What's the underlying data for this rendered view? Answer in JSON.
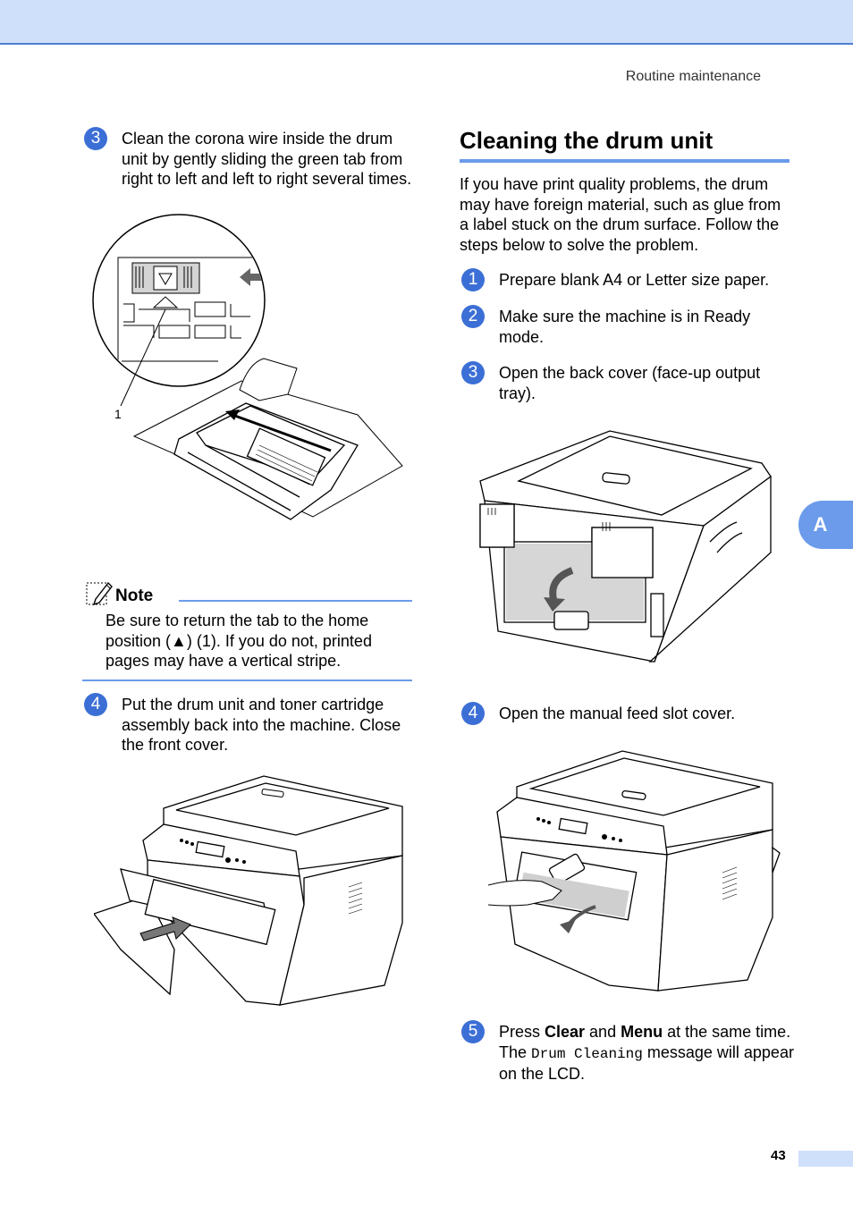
{
  "header": {
    "running_head": "Routine maintenance"
  },
  "side_tab": {
    "label": "A"
  },
  "footer": {
    "page_number": "43"
  },
  "left": {
    "step3": {
      "number": "3",
      "text": "Clean the corona wire inside the drum unit by gently sliding the green tab from right to left and left to right several times."
    },
    "callout_label": "1",
    "note": {
      "title": "Note",
      "body": "Be sure to return the tab to the home position (▲) (1). If you do not, printed pages may have a vertical stripe."
    },
    "step4": {
      "number": "4",
      "text": "Put the drum unit and toner cartridge assembly back into the machine. Close the front cover."
    }
  },
  "right": {
    "heading": "Cleaning the drum unit",
    "intro": "If you have print quality problems, the drum may have foreign material, such as glue from a label stuck on the drum surface. Follow the steps below to solve the problem.",
    "steps": [
      {
        "number": "1",
        "text": "Prepare blank A4 or Letter size paper."
      },
      {
        "number": "2",
        "text": "Make sure the machine is in Ready mode."
      },
      {
        "number": "3",
        "text": "Open the back cover (face-up output tray)."
      },
      {
        "number": "4",
        "text": "Open the manual feed slot cover."
      }
    ],
    "step5": {
      "number": "5",
      "pre": "Press ",
      "key1": "Clear",
      "mid": " and ",
      "key2": "Menu",
      "post1": " at the same time. The ",
      "lcd": "Drum Cleaning",
      "post2": " message will appear on the LCD."
    }
  }
}
